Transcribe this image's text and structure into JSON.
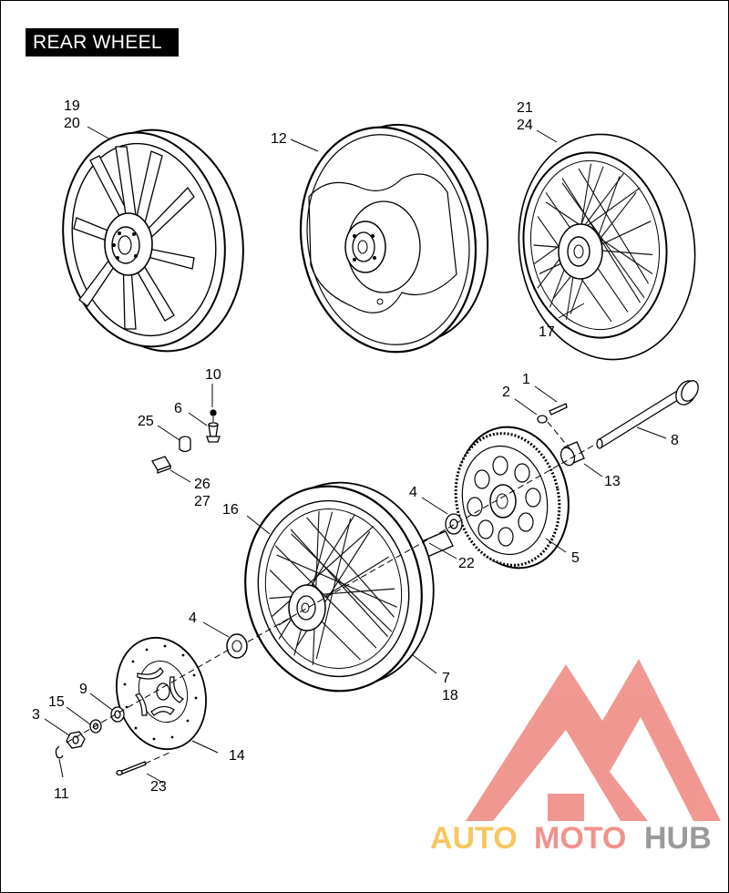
{
  "title": "REAR WHEEL",
  "callouts": {
    "c19": "19",
    "c20": "20",
    "c12": "12",
    "c21": "21",
    "c24": "24",
    "c17": "17",
    "c10": "10",
    "c6": "6",
    "c25": "25",
    "c26": "26",
    "c27": "27",
    "c1": "1",
    "c2": "2",
    "c8": "8",
    "c13": "13",
    "c4a": "4",
    "c22": "22",
    "c5": "5",
    "c16": "16",
    "c4b": "4",
    "c7": "7",
    "c18": "18",
    "c9": "9",
    "c15": "15",
    "c3": "3",
    "c14": "14",
    "c23": "23",
    "c11": "11"
  },
  "watermark": {
    "part1": "AUTO",
    "part2": "MOTO",
    "part3": "HUB",
    "color_yellow": "#f6c760",
    "color_red": "#f1928c",
    "color_gray": "#9a9a9a"
  }
}
